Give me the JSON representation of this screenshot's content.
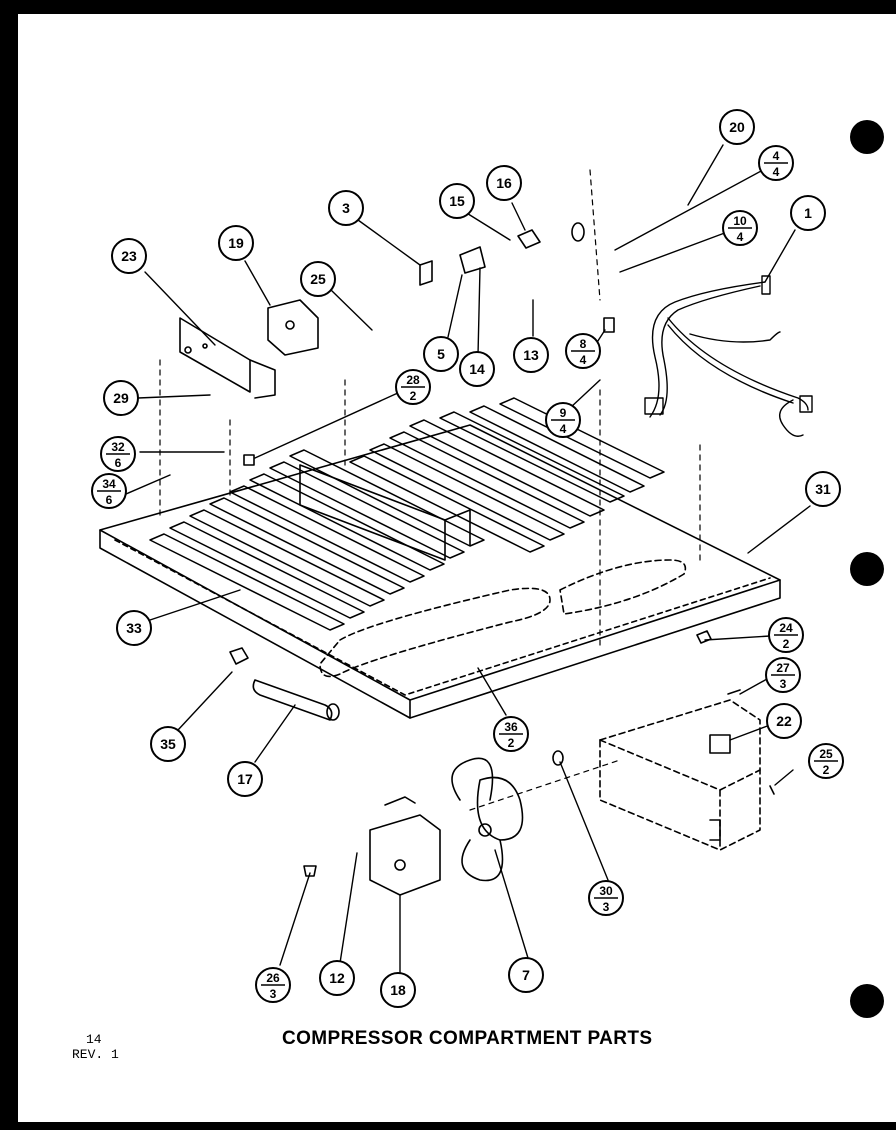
{
  "title": "COMPRESSOR COMPARTMENT PARTS",
  "page_number": "14",
  "revision": "REV. 1",
  "callouts": [
    {
      "label": "1"
    },
    {
      "label": "3"
    },
    {
      "label": "4",
      "sub": "4"
    },
    {
      "label": "5"
    },
    {
      "label": "7"
    },
    {
      "label": "8",
      "sub": "4"
    },
    {
      "label": "9",
      "sub": "4"
    },
    {
      "label": "10",
      "sub": "4"
    },
    {
      "label": "12"
    },
    {
      "label": "13"
    },
    {
      "label": "14"
    },
    {
      "label": "15"
    },
    {
      "label": "16"
    },
    {
      "label": "17"
    },
    {
      "label": "18"
    },
    {
      "label": "19"
    },
    {
      "label": "20"
    },
    {
      "label": "22"
    },
    {
      "label": "23"
    },
    {
      "label": "24",
      "sub": "2"
    },
    {
      "label": "25"
    },
    {
      "label": "25",
      "sub": "2"
    },
    {
      "label": "26",
      "sub": "3"
    },
    {
      "label": "27",
      "sub": "3"
    },
    {
      "label": "28",
      "sub": "2"
    },
    {
      "label": "29"
    },
    {
      "label": "30",
      "sub": "3"
    },
    {
      "label": "31"
    },
    {
      "label": "32",
      "sub": "6"
    },
    {
      "label": "33"
    },
    {
      "label": "34",
      "sub": "6"
    },
    {
      "label": "35"
    },
    {
      "label": "36",
      "sub": "2"
    }
  ]
}
